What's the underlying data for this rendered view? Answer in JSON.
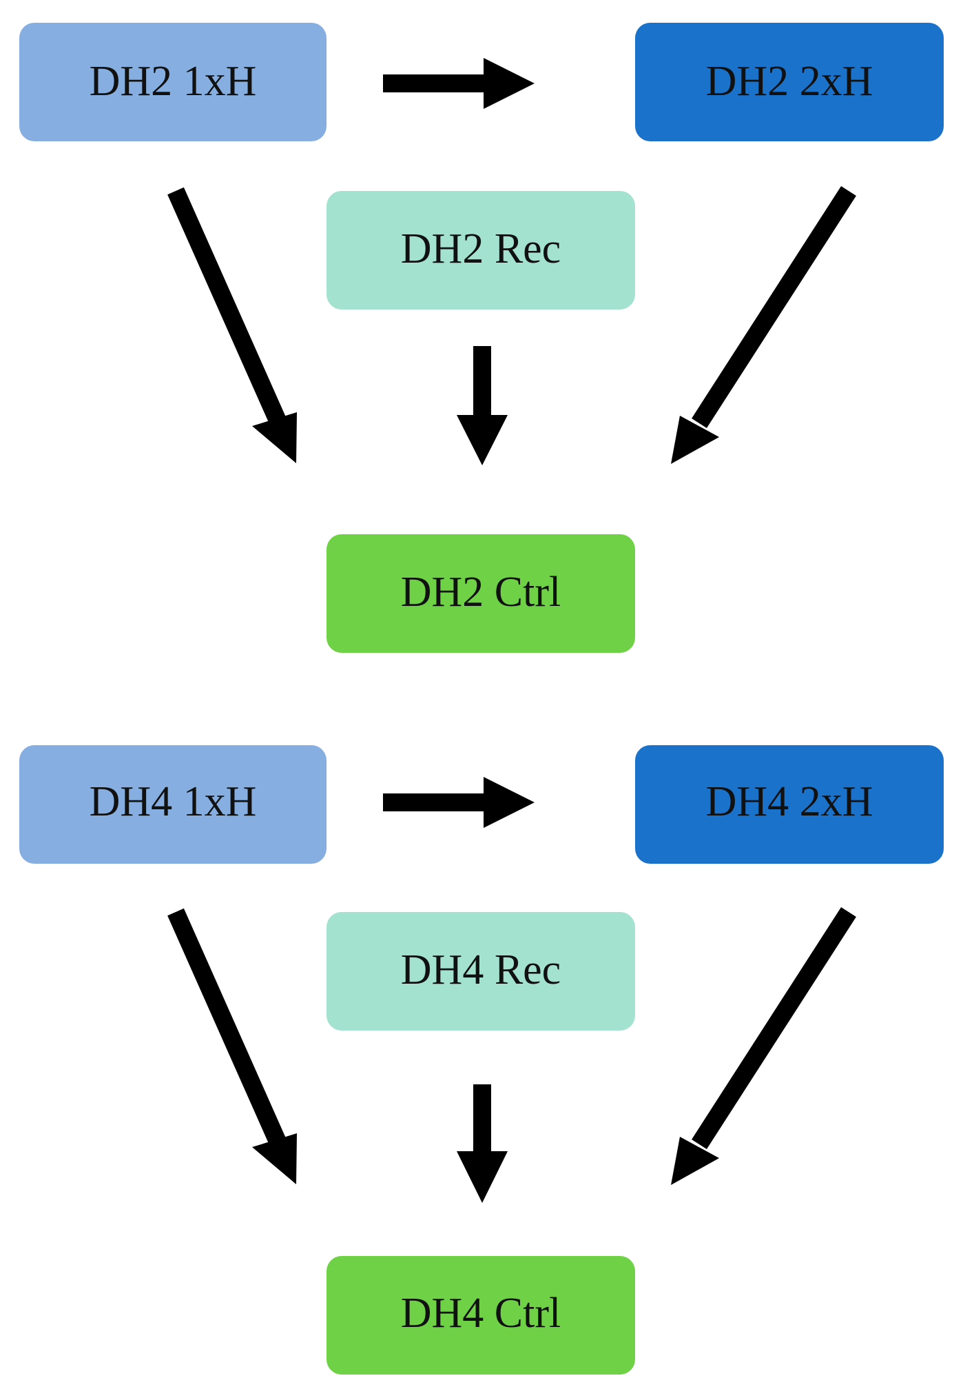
{
  "colors": {
    "one_x": "#86AEE0",
    "two_x": "#1B72CA",
    "rec": "#A3E2CE",
    "ctrl": "#6FD146",
    "arrow": "#000000",
    "text": "#111111"
  },
  "groups": [
    {
      "name": "DH2",
      "nodes": {
        "one_x": "DH2 1xH",
        "two_x": "DH2 2xH",
        "rec": "DH2 Rec",
        "ctrl": "DH2 Ctrl"
      }
    },
    {
      "name": "DH4",
      "nodes": {
        "one_x": "DH4 1xH",
        "two_x": "DH4 2xH",
        "rec": "DH4 Rec",
        "ctrl": "DH4 Ctrl"
      }
    }
  ],
  "edges": [
    {
      "from": "one_x",
      "to": "two_x"
    },
    {
      "from": "one_x",
      "to": "ctrl"
    },
    {
      "from": "rec",
      "to": "ctrl"
    },
    {
      "from": "two_x",
      "to": "ctrl"
    }
  ]
}
